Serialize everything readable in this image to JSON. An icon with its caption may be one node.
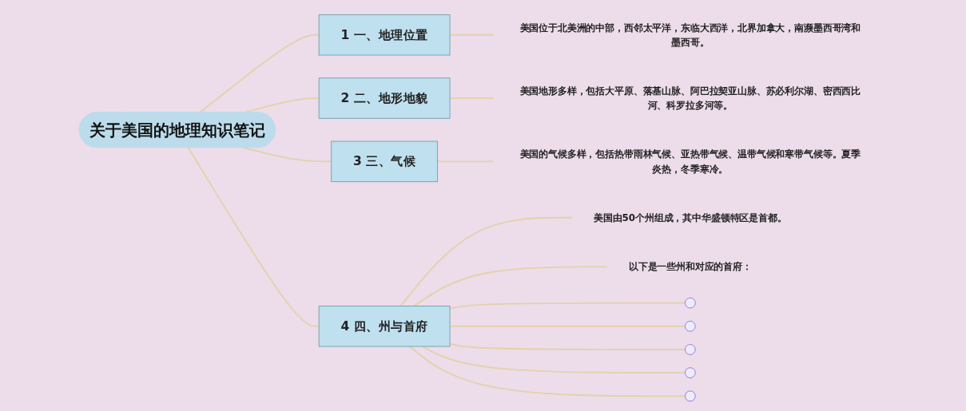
{
  "diagram": {
    "nodes": [
      {
        "text": [
          "关于美国的地理知识笔记"
        ]
      },
      {
        "text": [
          "1",
          "一、地理位置"
        ]
      },
      {
        "text": [
          "美国位于北美洲的中部，西邻太平洋，东临大西洋，北界加拿大，南濒墨西哥湾和墨西哥。"
        ]
      },
      {
        "text": [
          "2",
          "二、地形地貌"
        ]
      },
      {
        "text": [
          "美国地形多样，包括大平原、落基山脉、阿巴拉契亚山脉、苏必利尔湖、密西西比河、科罗拉多河等。"
        ]
      },
      {
        "text": [
          "3",
          "三、气候"
        ]
      },
      {
        "text": [
          "美国的气候多样，包括热带雨林气候、亚热带气候、温带气候和寒带气候等。夏季炎热，冬季寒冷。"
        ]
      },
      {
        "text": [
          "4",
          "四、州与首府"
        ]
      },
      {
        "text": [
          "美国由50个州组成，其中华盛顿特区是首都。"
        ]
      },
      {
        "text": [
          "以下是一些州和对应的首府："
        ]
      }
    ],
    "edges": [
      {
        "from": 0,
        "to": 1,
        "arrow": "none"
      },
      {
        "from": 1,
        "to": 2,
        "arrow": "none"
      },
      {
        "from": 0,
        "to": 3,
        "arrow": "none"
      },
      {
        "from": 3,
        "to": 4,
        "arrow": "none"
      },
      {
        "from": 0,
        "to": 5,
        "arrow": "none"
      },
      {
        "from": 5,
        "to": 6,
        "arrow": "none"
      },
      {
        "from": 0,
        "to": 7,
        "arrow": "none"
      },
      {
        "from": 7,
        "to": 8,
        "arrow": "none"
      },
      {
        "from": 7,
        "to": 9,
        "arrow": "none"
      },
      {
        "from": 7,
        "to": null,
        "arrow": "none"
      },
      {
        "from": 7,
        "to": null,
        "arrow": "none"
      },
      {
        "from": 7,
        "to": null,
        "arrow": "none"
      },
      {
        "from": 7,
        "to": null,
        "arrow": "none"
      },
      {
        "from": 7,
        "to": null,
        "arrow": "none"
      }
    ]
  }
}
